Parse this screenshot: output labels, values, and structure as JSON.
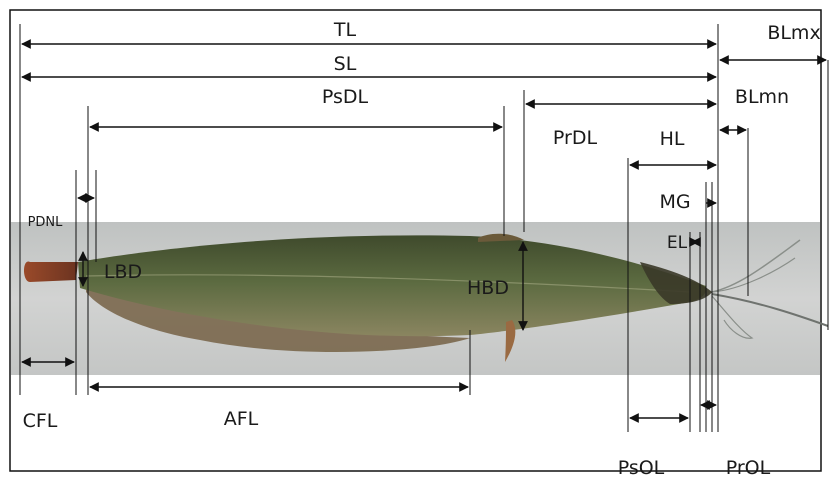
{
  "labels": {
    "tl": "TL",
    "sl": "SL",
    "psdl": "PsDL",
    "prdl": "PrDL",
    "hl": "HL",
    "blmx": "BLmx",
    "blmn": "BLmn",
    "mg": "MG",
    "el": "EL",
    "pdnl": "PDNL",
    "lbd": "LBD",
    "hbd": "HBD",
    "cfl": "CFL",
    "afl": "AFL",
    "psol": "PsOL",
    "prol": "PrOL"
  },
  "colors": {
    "line": "#111111",
    "photo_band": "#c7c9c8",
    "fish_body": "#4f5a3a",
    "caudal_fin": "#7a3a22"
  }
}
